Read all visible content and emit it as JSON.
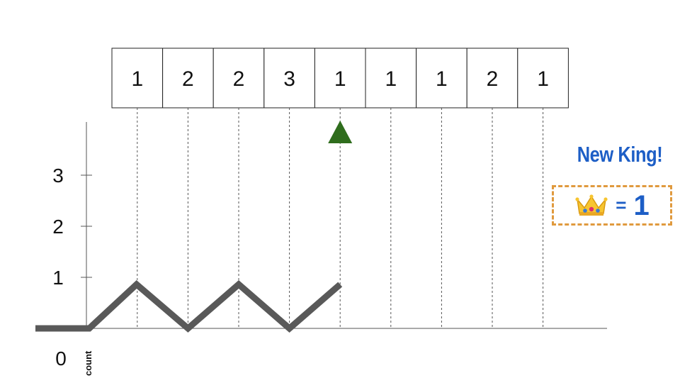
{
  "array": {
    "values": [
      "1",
      "2",
      "2",
      "3",
      "1",
      "1",
      "1",
      "2",
      "1"
    ]
  },
  "pointer": {
    "index": 4,
    "color": "#2f6d1d"
  },
  "count_axis": {
    "label": "count",
    "ticks": [
      {
        "value": 0,
        "label": "0"
      },
      {
        "value": 1,
        "label": "1"
      },
      {
        "value": 2,
        "label": "2"
      },
      {
        "value": 3,
        "label": "3"
      }
    ]
  },
  "count_history": [
    0,
    1,
    0,
    1,
    0,
    1
  ],
  "line_color": "#595959",
  "king": {
    "title": "New King!",
    "equals": "=",
    "value": "1",
    "icon": "crown-icon",
    "color": "#1d5ec6",
    "border_color": "#e09a3e"
  }
}
